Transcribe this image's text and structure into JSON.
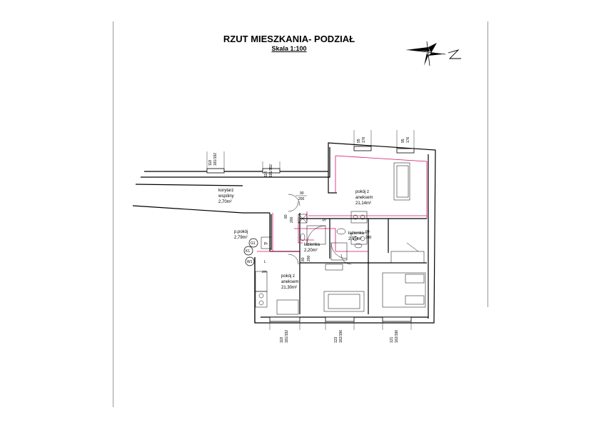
{
  "header": {
    "title": "RZUT MIESZKANIA- PODZIAŁ",
    "scale": "Skala 1:100"
  },
  "compass": {
    "icon": "north-arrow-icon"
  },
  "rooms": {
    "corridor": {
      "name1": "korytarz",
      "name2": "wspólny",
      "area": "2,70m²"
    },
    "living_top": {
      "name1": "pokój z",
      "name2": "aneksem",
      "area": "21,14m²"
    },
    "room_small": {
      "name1": "p.pokój",
      "area": "2,79m²"
    },
    "bath_left": {
      "name1": "łazienka",
      "area": "2,20m²"
    },
    "bath_right": {
      "name1": "łazienka",
      "area": "2,55m²"
    },
    "living_bottom": {
      "name1": "pokój z",
      "name2": "aneksem",
      "area": "21,30m²"
    }
  },
  "door_labels": {
    "d1_w": "90",
    "d1_h": "200",
    "d2_w": "80",
    "d2_h": "200",
    "d3_w": "80",
    "d3_h": "200",
    "d4_w": "80",
    "d4_h": "200",
    "pr1": "Pr",
    "pr2": "Pr",
    "zm": "zm",
    "l": "L"
  },
  "meters": {
    "g1": "G1",
    "k1": "K1",
    "w1": "W1"
  },
  "window_dims": {
    "top1": "118",
    "top1b": "181/192",
    "top2": "118",
    "top2b": "181/192",
    "top3": "95",
    "top3b": "176",
    "top4": "95",
    "top4b": "176",
    "bot1": "118",
    "bot1b": "181/192",
    "bot2": "123",
    "bot2b": "162/196",
    "bot3": "121",
    "bot3b": "162/196"
  }
}
